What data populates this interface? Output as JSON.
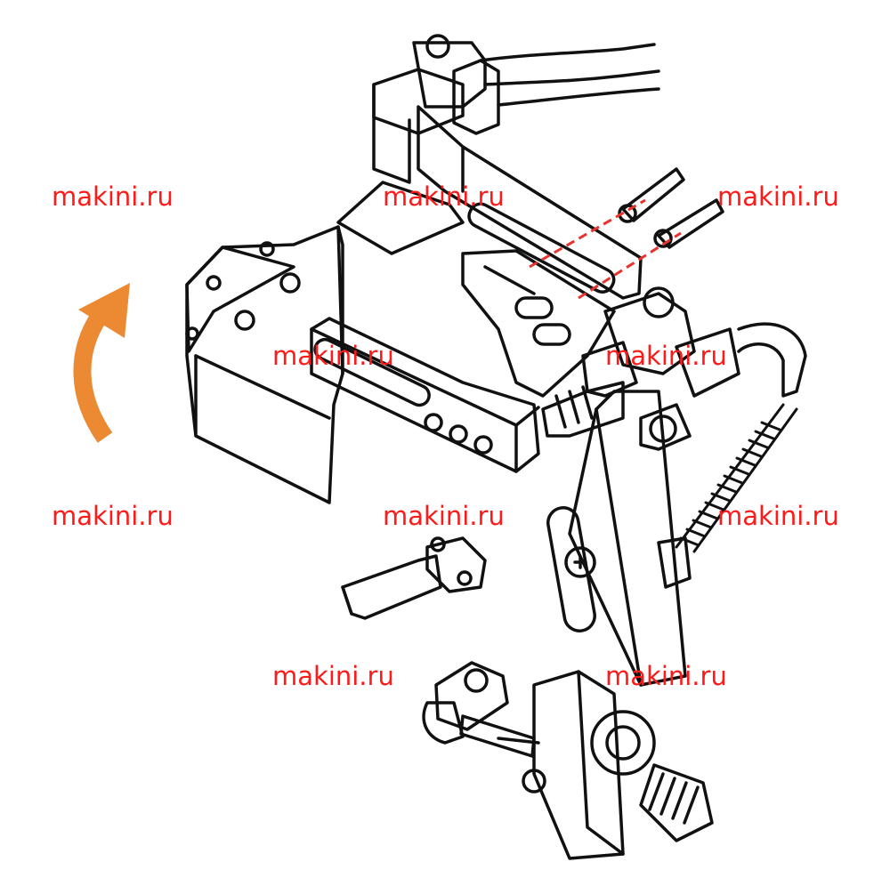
{
  "colors": {
    "line": "#111111",
    "arrow": "#ec8a34",
    "watermark": "#ff1a1a",
    "leader": "#e8322e"
  },
  "watermarks": [
    "makini.ru",
    "makini.ru",
    "makini.ru",
    "makini.ru",
    "makini.ru",
    "makini.ru",
    "makini.ru",
    "makini.ru",
    "makini.ru",
    "makini.ru"
  ]
}
